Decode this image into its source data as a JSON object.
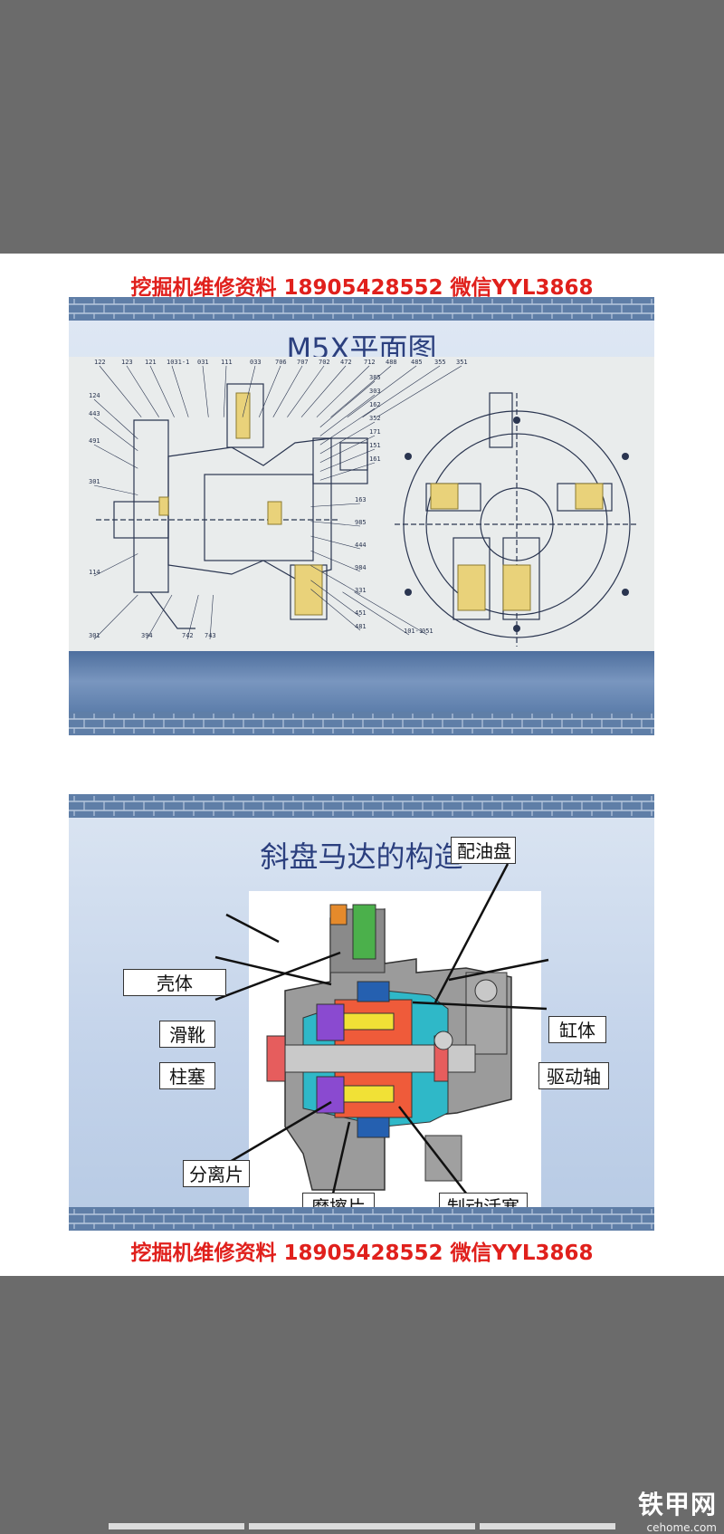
{
  "header_banner_top": "挖掘机维修资料  18905428552  微信YYL3868",
  "header_banner_bottom": "挖掘机维修资料  18905428552  微信YYL3868",
  "slide1": {
    "title": "M5X平面图",
    "part_numbers": [
      "122",
      "123",
      "121",
      "1031-1",
      "031",
      "111",
      "033",
      "706",
      "707",
      "702",
      "472",
      "712",
      "488",
      "485",
      "355",
      "351",
      "124",
      "443",
      "491",
      "301",
      "114",
      "301",
      "394",
      "742",
      "743",
      "385",
      "303",
      "162",
      "352",
      "171",
      "151",
      "161",
      "163",
      "985",
      "444",
      "984",
      "331",
      "451",
      "481",
      "101-1",
      "051"
    ]
  },
  "slide2": {
    "title": "斜盘马达的构造",
    "labels": {
      "distributor_plate": "配油盘",
      "housing": "壳体",
      "slipper": "滑靴",
      "cylinder_block": "缸体",
      "piston": "柱塞",
      "drive_shaft": "驱动轴",
      "separator_plate": "分离片",
      "friction_plate": "摩擦片",
      "brake_piston": "制动活塞"
    }
  },
  "watermark": {
    "main": "铁甲网",
    "sub": "cehome.com"
  },
  "colors": {
    "header_red": "#e0201c",
    "title_blue": "#2b3f7e",
    "page_gray": "#6b6b6b",
    "slide_band_blue": "#5f7ea7"
  }
}
